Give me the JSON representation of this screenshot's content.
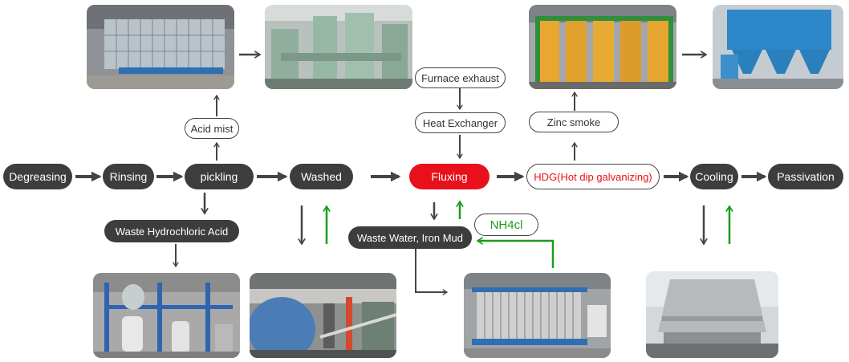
{
  "nodes": {
    "degreasing": "Degreasing",
    "rinsing": "Rinsing",
    "pickling": "pickling",
    "washed": "Washed",
    "fluxing": "Fluxing",
    "hdg": "HDG(Hot dip galvanizing)",
    "cooling": "Cooling",
    "passivation": "Passivation",
    "acid_mist": "Acid mist",
    "furnace_exhaust": "Furnace exhaust",
    "heat_exchanger": "Heat Exchanger",
    "zinc_smoke": "Zinc smoke",
    "waste_hcl": "Waste Hydrochloric Acid",
    "waste_water": "Waste Water, Iron Mud",
    "nh4cl": "NH4cl"
  },
  "colors": {
    "dark_node": "#3d3d3d",
    "fluxing_red": "#e8101b",
    "green_arrow": "#1a9c1a",
    "arrow_gray": "#444444"
  },
  "photos": [
    {
      "name": "acid-mist-enclosure-photo",
      "icon": "enclosed-pickling-line-photo"
    },
    {
      "name": "acid-scrubber-tower-photo",
      "icon": "scrubber-tower-photo"
    },
    {
      "name": "zinc-kettle-enclosure-photo",
      "icon": "galvanizing-enclosure-photo"
    },
    {
      "name": "bag-filter-dust-collector-photo",
      "icon": "dust-collector-photo"
    },
    {
      "name": "acid-regeneration-plant-photo",
      "icon": "regeneration-plant-photo"
    },
    {
      "name": "wastewater-treatment-tank-photo",
      "icon": "water-tank-photo"
    },
    {
      "name": "filter-press-photo",
      "icon": "filter-press-photo"
    },
    {
      "name": "cooling-tower-photo",
      "icon": "cooling-tower-photo"
    }
  ]
}
